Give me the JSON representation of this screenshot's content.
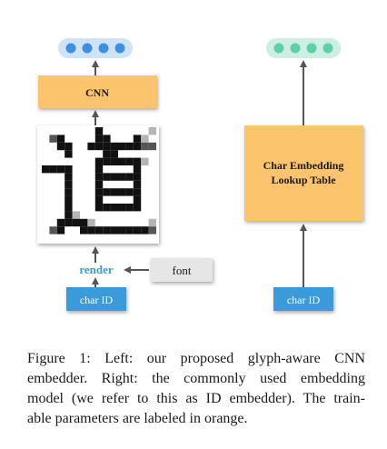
{
  "left_model": {
    "cnn_label": "CNN",
    "render_label": "render",
    "font_label": "font",
    "char_id_label": "char ID",
    "glyph": "道",
    "output_dot_count": 4
  },
  "right_model": {
    "lookup_table_line1": "Char Embedding",
    "lookup_table_line2": "Lookup Table",
    "char_id_label": "char ID",
    "output_dot_count": 4
  },
  "caption": {
    "line1": "Figure 1:  Left:  our proposed glyph-aware CNN",
    "line2": "embedder.  Right:  the commonly used embedding",
    "line3": "model (we refer to this as ID embedder).  The train-",
    "line4": "able parameters are labeled in orange."
  },
  "colors": {
    "trainable_orange": "#fcc46c",
    "id_blue": "#3b9ad9",
    "left_output_blue": "#3f8fe0",
    "right_output_teal": "#5fcfa6",
    "font_gray": "#e6e6e6",
    "arrow_gray": "#555555"
  }
}
